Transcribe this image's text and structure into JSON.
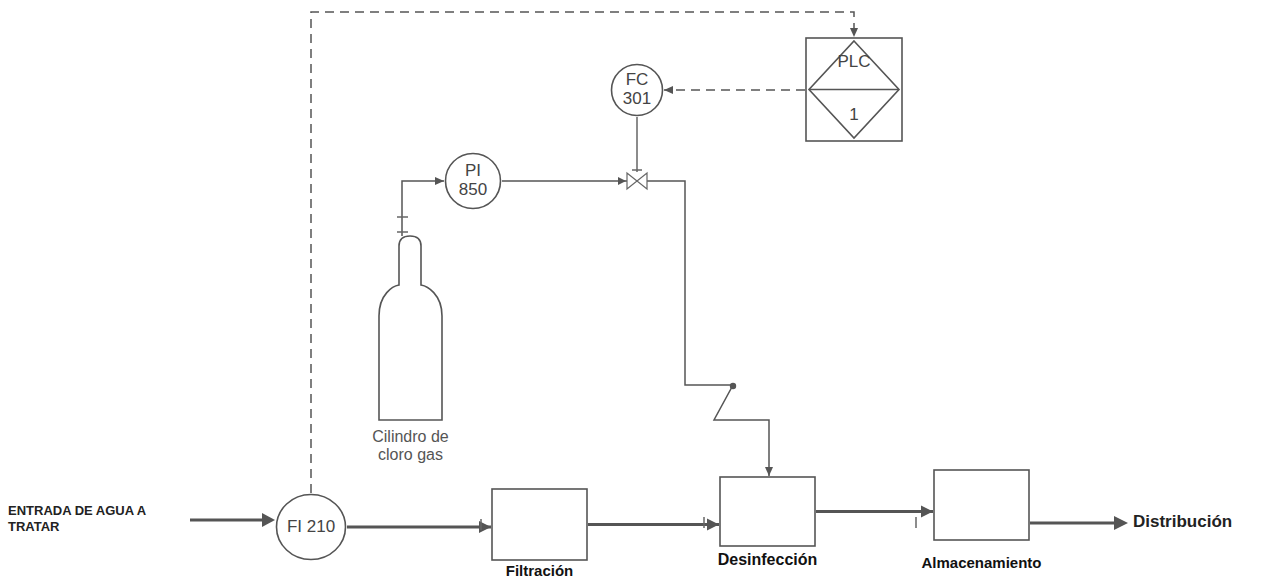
{
  "diagram": {
    "nodes": [
      {
        "text": [
          "PLC",
          "1"
        ]
      },
      {
        "text": [
          "FC 301"
        ]
      },
      {
        "text": [
          "PI 850"
        ]
      },
      {
        "text": [
          "Cilindro de cloro gas"
        ]
      },
      {
        "text": [
          "FI 210"
        ]
      },
      {
        "text": [
          "Filtración"
        ]
      },
      {
        "text": [
          "Desinfección"
        ]
      },
      {
        "text": [
          "Almacenamiento"
        ]
      }
    ],
    "edges": [
      {
        "from": 4,
        "to": 5,
        "arrow": "to"
      },
      {
        "from": 5,
        "to": 6,
        "arrow": "to"
      },
      {
        "from": 6,
        "to": 7,
        "arrow": "to"
      },
      {
        "from": 4,
        "to": 0,
        "arrow": "to"
      },
      {
        "from": 0,
        "to": 1,
        "arrow": "to"
      },
      {
        "from": 3,
        "to": 2,
        "arrow": "to"
      },
      {
        "from": 2,
        "to": 6,
        "arrow": "to"
      }
    ],
    "labels": [
      "ENTRADA DE AGUA A TRATAR",
      "Distribución"
    ]
  }
}
